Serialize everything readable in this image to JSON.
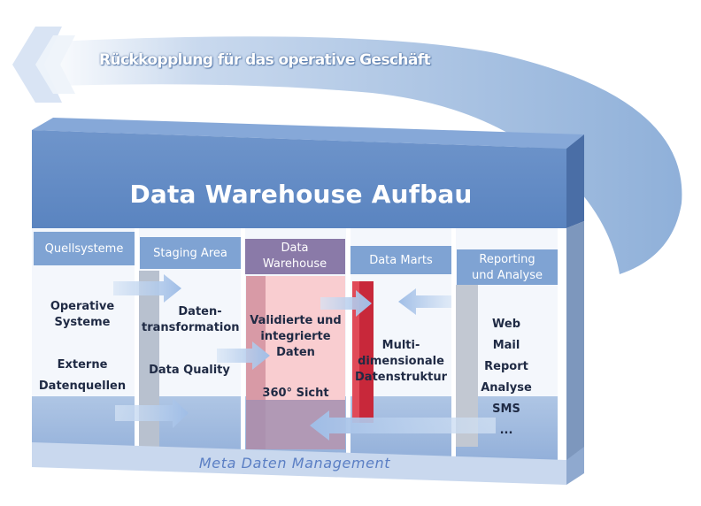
{
  "feedback_label": "Rückkopplung für das operative Geschäft",
  "title": "Data Warehouse Aufbau",
  "meta_label": "Meta Daten Management",
  "columns": [
    {
      "header": [
        "Quellsysteme"
      ],
      "items": [
        [
          "Operative",
          "Systeme"
        ],
        [
          "Externe",
          "Datenquellen"
        ]
      ]
    },
    {
      "header": [
        "Staging Area"
      ],
      "items": [
        [
          "Daten-",
          "transformation"
        ],
        [
          "Data Quality"
        ]
      ]
    },
    {
      "header": [
        "Data",
        "Warehouse"
      ],
      "items": [
        [
          "Validierte und",
          "integrierte",
          "Daten"
        ],
        [
          "360° Sicht"
        ]
      ]
    },
    {
      "header": [
        "Data Marts"
      ],
      "items": [
        [
          "Multi-",
          "dimensionale",
          "Datenstruktur"
        ]
      ]
    },
    {
      "header": [
        "Reporting",
        "und Analyse"
      ],
      "items": [
        [
          "Web"
        ],
        [
          "Mail"
        ],
        [
          "Report"
        ],
        [
          "Analyse"
        ],
        [
          "SMS"
        ],
        [
          "..."
        ]
      ]
    }
  ],
  "colors": {
    "block": "#5f88c2",
    "header": "#7fa3d3",
    "dw_header": "#8a7aa8",
    "dw_panel": "#f7c8cc",
    "marts_bar": "#c8283a",
    "arrow": "#a9c3e8",
    "feedback_arrow": "#9ab6dc"
  }
}
